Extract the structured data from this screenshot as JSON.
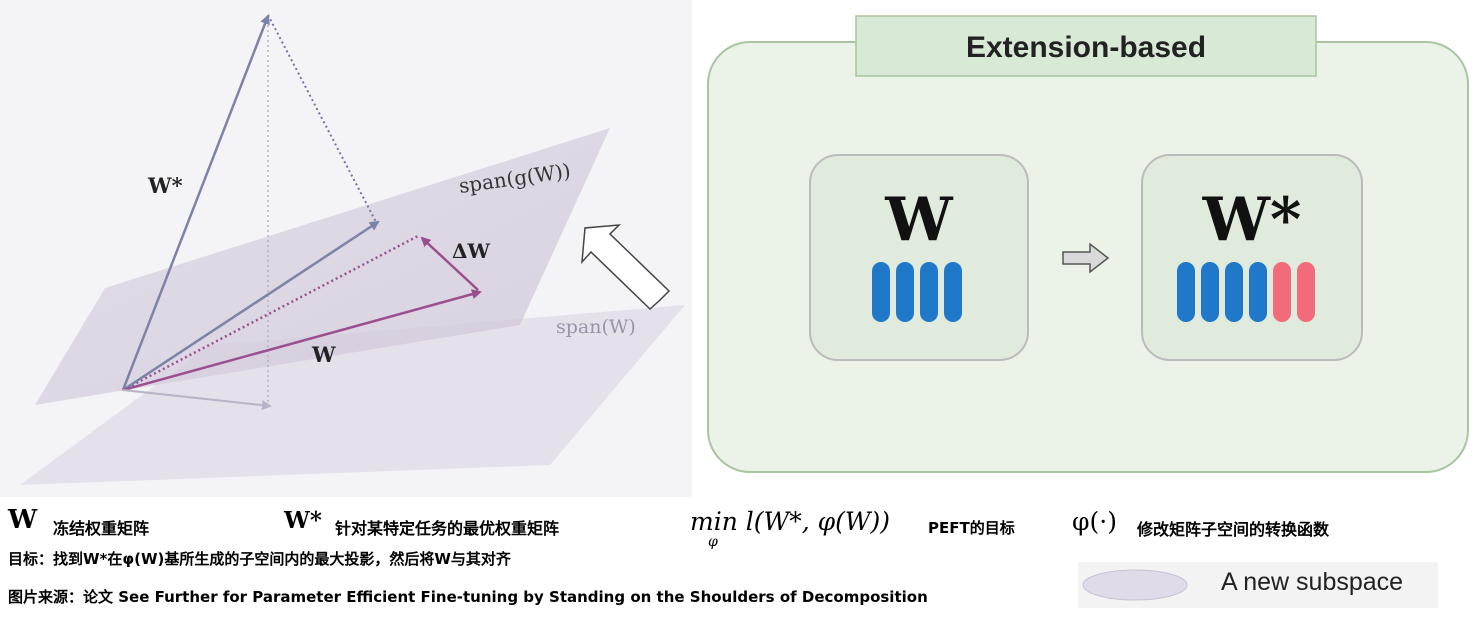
{
  "diagram": {
    "labels": {
      "w_star": "W*",
      "delta_w": "ΔW",
      "w": "W",
      "span_g_w": "span(g(W))",
      "span_w": "span(W)"
    }
  },
  "extension_panel": {
    "title": "Extension-based",
    "left_box_label": "W",
    "right_box_label": "W*",
    "left_bar_count": 4,
    "right_blue_bar_count": 4,
    "right_red_bar_count": 2,
    "blue_color": "#1f78c8",
    "red_color": "#f26b7a",
    "title_bg": "#d8ead6",
    "panel_bg": "#ebf3e9"
  },
  "captions": {
    "row1": {
      "w_symbol": "W",
      "w_desc": "冻结权重矩阵",
      "wstar_symbol": "W*",
      "wstar_desc": "针对某特定任务的最优权重矩阵",
      "formula": "min l(W*, φ(W))",
      "formula_sub": "φ",
      "formula_desc": "PEFT的目标",
      "phi_symbol": "φ(·)",
      "phi_desc": "修改矩阵子空间的转换函数"
    },
    "row2": "目标：找到W*在φ(W)基所生成的子空间内的最大投影，然后将W与其对齐",
    "row3": "图片来源：论文 See Further for Parameter Efficient Fine-tuning by Standing on the Shoulders of Decomposition"
  },
  "legend": {
    "label": "A new subspace",
    "color": "#e0dbe8"
  }
}
